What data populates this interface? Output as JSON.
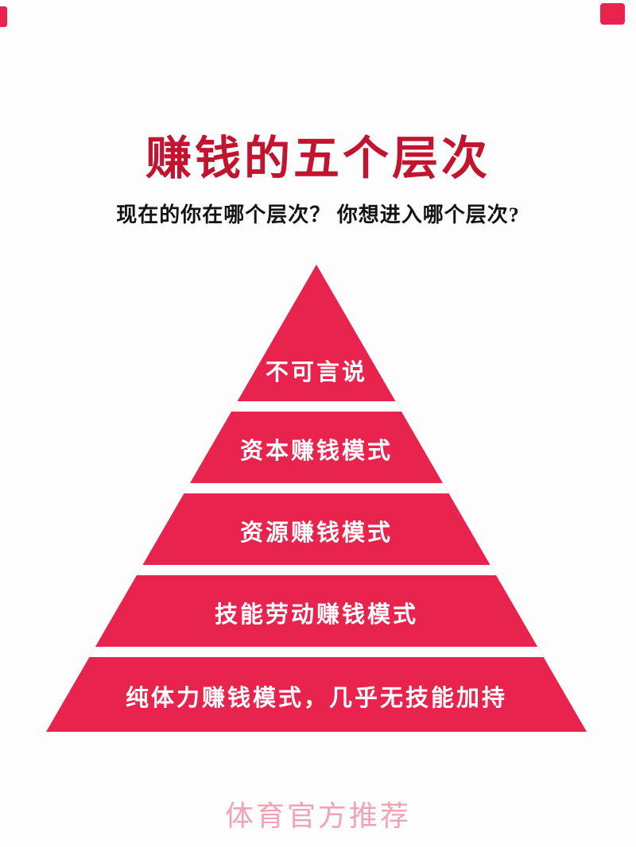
{
  "page": {
    "title": "赚钱的五个层次",
    "subtitle": "现在的你在哪个层次？ 你想进入哪个层次?",
    "watermark": "体育官方推荐"
  },
  "pyramid": {
    "levels": [
      {
        "label": "不可言说"
      },
      {
        "label": "资本赚钱模式"
      },
      {
        "label": "资源赚钱模式"
      },
      {
        "label": "技能劳动赚钱模式"
      },
      {
        "label": "纯体力赚钱模式，几乎无技能加持"
      }
    ]
  },
  "icons": {
    "top_left_fragment": "red-logo-fragment",
    "top_right_fragment": "red-logo-fragment"
  },
  "colors": {
    "pyramid_red": "#e8234e",
    "title_red": "#c2142f",
    "label_white": "#ffffff",
    "subtitle_black": "#141414",
    "watermark_pink": "#f2a3b6",
    "background": "#fdfdfd"
  }
}
